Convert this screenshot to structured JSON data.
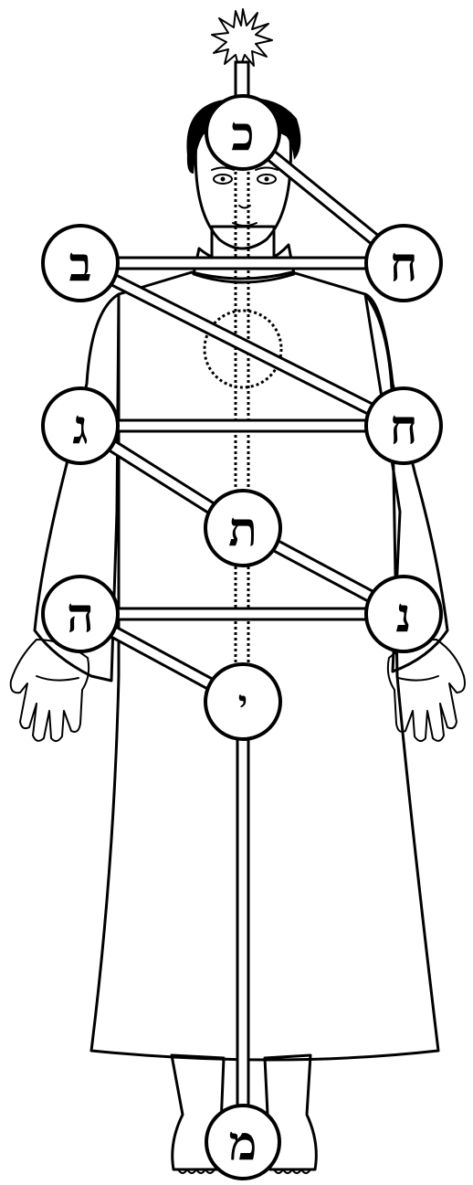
{
  "figure": {
    "nodes": [
      {
        "id": "crown",
        "letter": "כ"
      },
      {
        "id": "right-shoulder",
        "letter": "ב"
      },
      {
        "id": "left-shoulder",
        "letter": "ח"
      },
      {
        "id": "right-elbow",
        "letter": "ג"
      },
      {
        "id": "left-elbow",
        "letter": "ח"
      },
      {
        "id": "center",
        "letter": "ת"
      },
      {
        "id": "right-hand",
        "letter": "ה"
      },
      {
        "id": "left-hand",
        "letter": "נ"
      },
      {
        "id": "foundation",
        "letter": "י"
      },
      {
        "id": "feet",
        "letter": "מ"
      }
    ],
    "connections": [
      [
        "crown",
        "left-shoulder"
      ],
      [
        "right-shoulder",
        "left-shoulder"
      ],
      [
        "right-shoulder",
        "left-elbow"
      ],
      [
        "right-elbow",
        "left-elbow"
      ],
      [
        "right-elbow",
        "center"
      ],
      [
        "center",
        "left-hand"
      ],
      [
        "right-hand",
        "left-hand"
      ],
      [
        "right-hand",
        "foundation"
      ],
      [
        "foundation",
        "feet"
      ]
    ],
    "colors": {
      "ink": "#000000",
      "paper": "#ffffff"
    }
  }
}
